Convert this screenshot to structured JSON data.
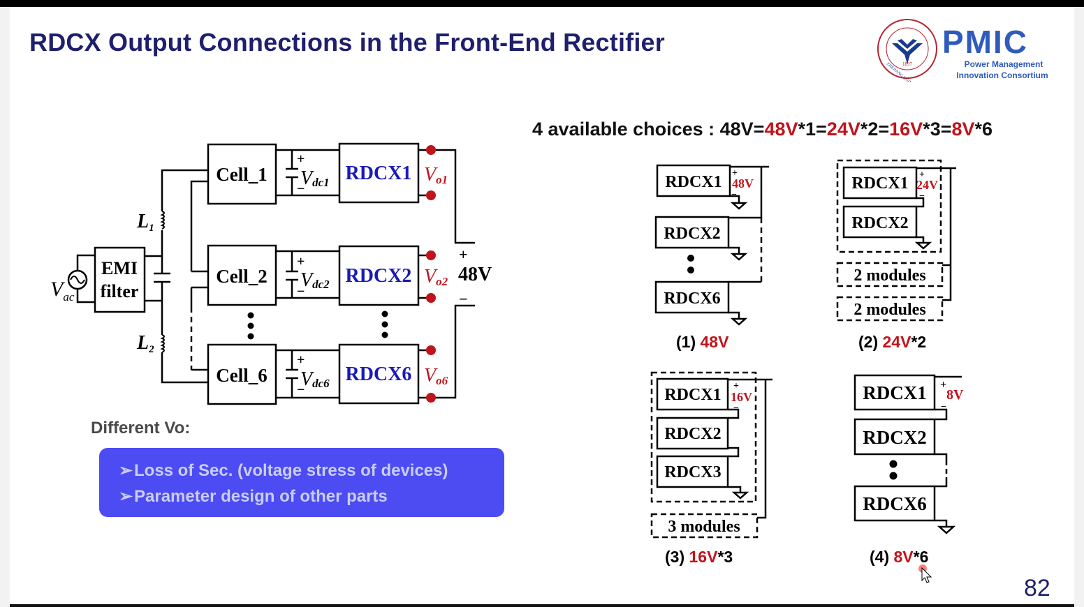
{
  "slide": {
    "title": "RDCX Output Connections in the Front-End Rectifier",
    "page_number": "82",
    "logo": {
      "university_name": "ZHEJIANG UNIVERSITY",
      "university_year": "1897",
      "brand": "PMIC",
      "brand_line1": "Power Management",
      "brand_line2": "Innovation Consortium"
    },
    "choices": {
      "prefix": "4 available choices : 48V=",
      "parts": [
        {
          "red": "48V",
          "black": "*1="
        },
        {
          "red": "24V",
          "black": "*2="
        },
        {
          "red": "16V",
          "black": "*3="
        },
        {
          "red": "8V",
          "black": "*6"
        }
      ]
    },
    "circuit": {
      "source_label": "V",
      "source_sub": "ac",
      "emi_line1": "EMI",
      "emi_line2": "filter",
      "l1": "L",
      "l1_sub": "1",
      "l2": "L",
      "l2_sub": "2",
      "cells": [
        "Cell_1",
        "Cell_2",
        "Cell_6"
      ],
      "vdc_subs": [
        "dc1",
        "dc2",
        "dc6"
      ],
      "rdcx": [
        "RDCX1",
        "RDCX2",
        "RDCX6"
      ],
      "vo_subs": [
        "o1",
        "o2",
        "o6"
      ],
      "output_voltage": "48V",
      "plus": "+",
      "minus": "−",
      "v": "V"
    },
    "configs": [
      {
        "caption_prefix": "(1) ",
        "caption_red": "48V",
        "caption_suffix": "",
        "voltage": "48V",
        "modules": [
          "RDCX1",
          "RDCX2",
          "RDCX6"
        ]
      },
      {
        "caption_prefix": "(2) ",
        "caption_red": "24V",
        "caption_suffix": "*2",
        "voltage": "24V",
        "modules": [
          "RDCX1",
          "RDCX2"
        ],
        "groups": [
          "2 modules",
          "2 modules"
        ]
      },
      {
        "caption_prefix": "(3) ",
        "caption_red": "16V",
        "caption_suffix": "*3",
        "voltage": "16V",
        "modules": [
          "RDCX1",
          "RDCX2",
          "RDCX3"
        ],
        "groups": [
          "3 modules"
        ]
      },
      {
        "caption_prefix": "(4) ",
        "caption_red": "8V",
        "caption_suffix": "*6",
        "voltage": "8V",
        "modules": [
          "RDCX1",
          "RDCX2",
          "RDCX6"
        ]
      }
    ],
    "notes": {
      "heading": "Different Vo:",
      "bullets": [
        "Loss of Sec. (voltage stress of devices)",
        "Parameter design of other parts"
      ],
      "bullet_glyph": "➢"
    },
    "colors": {
      "title": "#1f1f6e",
      "red": "#c0141c",
      "rdcx_blue": "#1a1ab8",
      "box_blue": "#4c4cf2",
      "bullet_text": "#c9cdf8"
    }
  }
}
